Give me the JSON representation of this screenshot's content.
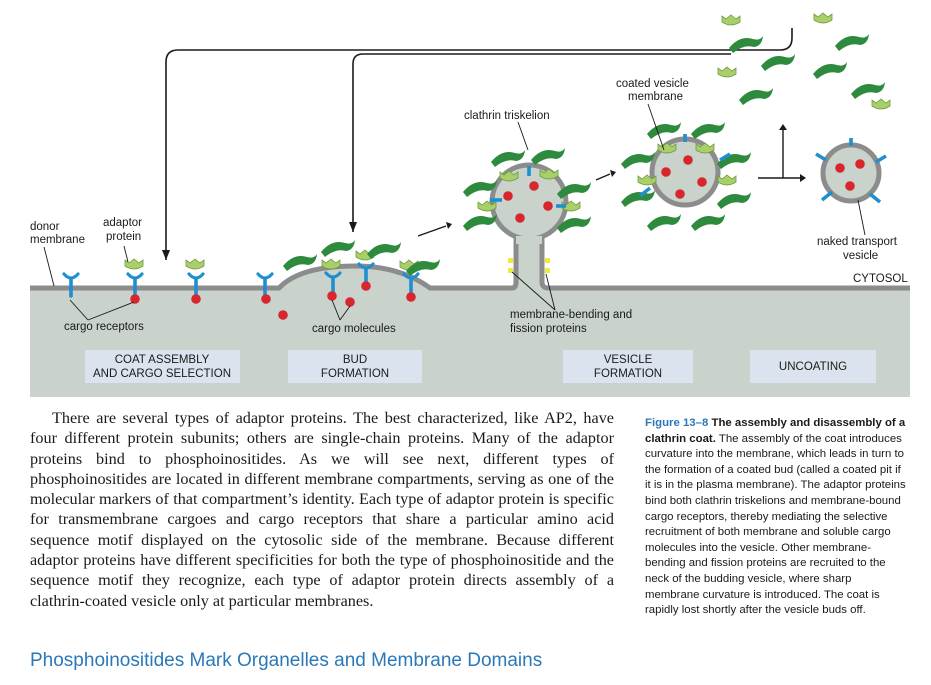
{
  "figure": {
    "labels": {
      "donor_line1": "donor",
      "donor_line2": "membrane",
      "adaptor_line1": "adaptor",
      "adaptor_line2": "protein",
      "cargo_receptors": "cargo receptors",
      "cargo_molecules": "cargo molecules",
      "clathrin_triskelion": "clathrin triskelion",
      "coated_vesicle_line1": "coated vesicle",
      "coated_vesicle_line2": "membrane",
      "naked_line1": "naked transport",
      "naked_line2": "vesicle",
      "cytosol": "CYTOSOL",
      "bending_line1": "membrane-bending and",
      "bending_line2": "fission proteins"
    },
    "steps": [
      {
        "line1": "COAT ASSEMBLY",
        "line2": "AND CARGO SELECTION"
      },
      {
        "line1": "BUD",
        "line2": "FORMATION"
      },
      {
        "line1": "VESICLE",
        "line2": "FORMATION"
      },
      {
        "line1": "UNCOATING",
        "line2": ""
      }
    ],
    "colors": {
      "membrane": "#8c8c8c",
      "lumen": "#c9d2cb",
      "clathrin": "#2e8b3e",
      "adaptor": "#a9cf6a",
      "receptor": "#1f8fd0",
      "cargo": "#d7262e",
      "step_box": "#dbe4ee",
      "fission": "#f2e93b"
    }
  },
  "body_text": "There are several types of adaptor proteins. The best characterized, like AP2, have four different protein subunits; others are single-chain proteins. Many of the adaptor proteins bind to phosphoinositides. As we will see next, different types of phosphoinositides are located in different membrane compartments, serving as one of the molecular markers of that compartment’s identity. Each type of adaptor protein is specific for transmembrane cargoes and cargo receptors that share a particular amino acid sequence motif displayed on the cytosolic side of the membrane. Because different adaptor proteins have different specificities for both the type of phosphoinositide and the sequence motif they recognize, each type of adaptor protein directs assembly of a clathrin-coated vesicle only at particular membranes.",
  "section_heading": "Phosphoinositides Mark Organelles and Membrane Domains",
  "caption": {
    "figure_number": "Figure 13–8",
    "title": "The assembly and disassembly of a clathrin coat.",
    "text": "The assembly of the coat introduces curvature into the membrane, which leads in turn to the formation of a coated bud (called a coated pit if it is in the plasma membrane). The adaptor proteins bind both clathrin triskelions and membrane-bound cargo receptors, thereby mediating the selective recruitment of both membrane and soluble cargo molecules into the vesicle. Other membrane-bending and fission proteins are recruited to the neck of the budding vesicle, where sharp membrane curvature is introduced. The coat is rapidly lost shortly after the vesicle buds off."
  }
}
